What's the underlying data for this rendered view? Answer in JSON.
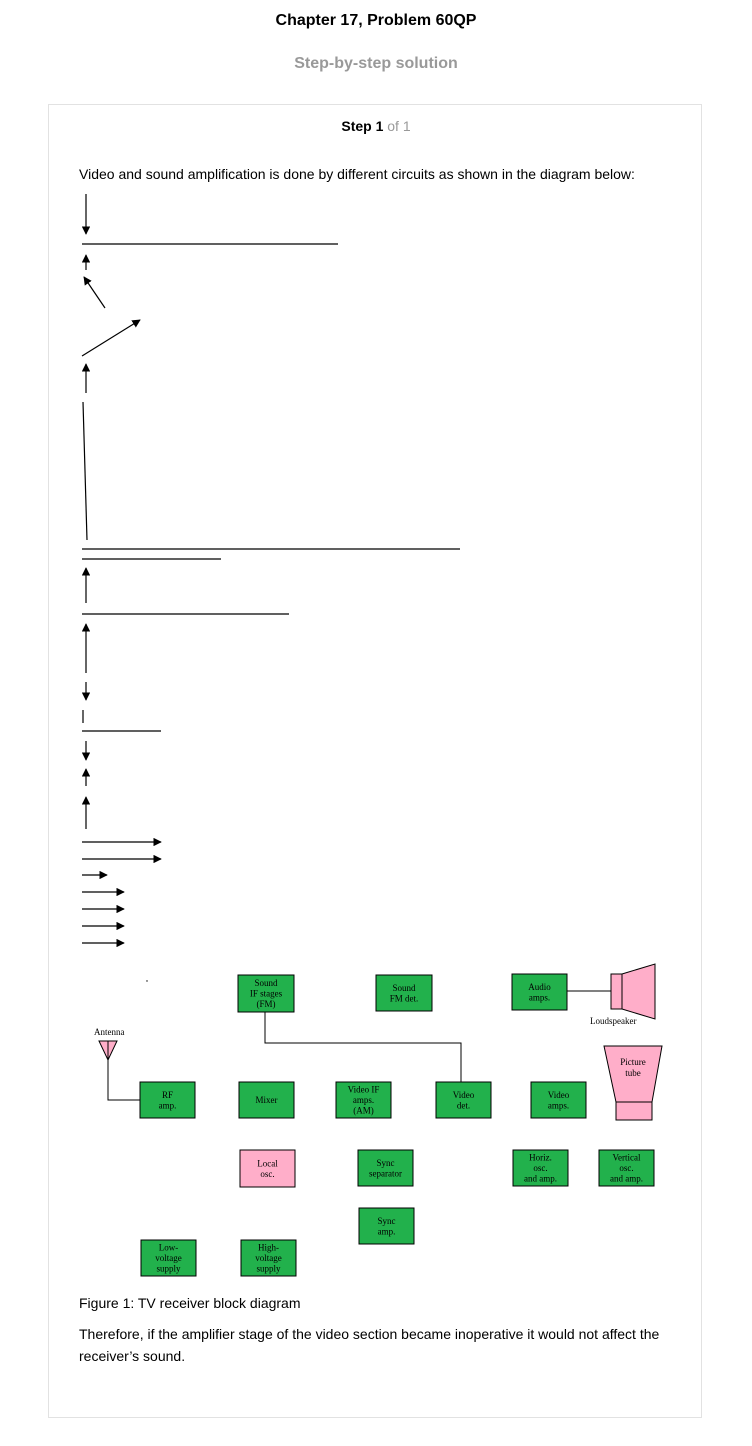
{
  "header": {
    "title": "Chapter 17, Problem 60QP",
    "subtitle": "Step-by-step solution"
  },
  "step": {
    "label": "Step 1",
    "of": "of 1"
  },
  "intro": "Video and sound amplification is done by different circuits as shown in the diagram below:",
  "diagram": {
    "antenna_label": "Antenna",
    "loudspeaker_label": "Loudspeaker",
    "colors": {
      "green": "#22b14c",
      "pink": "#ffaec9",
      "line": "#000000"
    },
    "blocks": {
      "sound_if": [
        "Sound",
        "IF stages",
        "(FM)"
      ],
      "sound_fm": [
        "Sound",
        "FM det."
      ],
      "audio_amps": [
        "Audio",
        "amps."
      ],
      "rf_amp": [
        "RF",
        "amp."
      ],
      "mixer": [
        "Mixer"
      ],
      "video_if": [
        "Video IF",
        "amps.",
        "(AM)"
      ],
      "video_det": [
        "Video",
        "det."
      ],
      "video_amps": [
        "Video",
        "amps."
      ],
      "picture_tube": [
        "Picture",
        "tube"
      ],
      "local_osc": [
        "Local",
        "osc."
      ],
      "sync_sep": [
        "Sync",
        "separator"
      ],
      "horiz_osc": [
        "Horiz.",
        "osc.",
        "and amp."
      ],
      "vert_osc": [
        "Vertical",
        "osc.",
        "and amp."
      ],
      "sync_amp": [
        "Sync",
        "amp."
      ],
      "low_volt": [
        "Low-",
        "voltage",
        "supply"
      ],
      "high_volt": [
        "High-",
        "voltage",
        "supply"
      ]
    }
  },
  "caption": "Figure 1: TV receiver block diagram",
  "conclusion": "Therefore, if the amplifier stage of the video section became inoperative it would not affect the receiver’s sound."
}
